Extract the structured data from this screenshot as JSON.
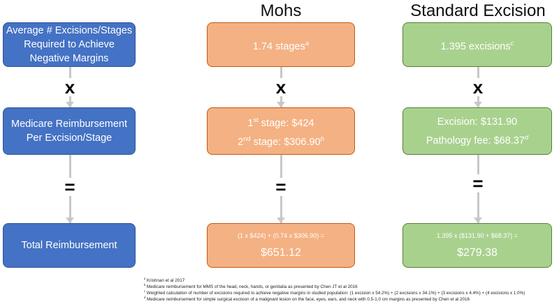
{
  "headers": {
    "mohs": "Mohs",
    "standard": "Standard Excision"
  },
  "row_labels": {
    "avg_line1": "Average # Excisions/Stages",
    "avg_line2": "Required to Achieve",
    "avg_line3": "Negative Margins",
    "reimb_line1": "Medicare Reimbursement",
    "reimb_line2": "Per Excision/Stage",
    "total": "Total Reimbursement"
  },
  "operators": {
    "multiply": "x",
    "equals": "="
  },
  "mohs": {
    "stages": "1.74 stages",
    "stages_note": "a",
    "stage1_prefix": "1",
    "stage1_sup": "st",
    "stage1_rest": " stage: $424",
    "stage2_prefix": "2",
    "stage2_sup": "nd",
    "stage2_rest": " stage: $306.90",
    "stage2_note": "b",
    "formula": "(1 x $424) + (0.74 x $306.90) =",
    "total": "$651.12"
  },
  "standard": {
    "excisions": "1.395 excisions",
    "excisions_note": "c",
    "excision_fee": "Excision: $131.90",
    "pathology_fee": "Pathology fee: $68.37",
    "pathology_note": "d",
    "formula": "1.395 x ($131.90 + $68.37) =",
    "total": "$279.38"
  },
  "footnotes": [
    {
      "mark": "a",
      "text": "Krishnan et al 2017"
    },
    {
      "mark": "b",
      "text": "Medicare reimbursement for MMS of the head, neck, hands, or genitalia as presented by Chen JT et al 2016"
    },
    {
      "mark": "c",
      "text": "Weighted calculation of number of excisions required to achieve negative margins in studied population: (1 excision x 54.2%) + (2 excisions x 34.1%) + (3 excisions x 4.4%) + (4 excisions x 1.0%)"
    },
    {
      "mark": "d",
      "text": "Medicare reimbursement for simple surgical excision of a malignant lesion on the face, eyes, ears, and neck with 0.5-1.0 cm margins  as presented by Chen et al 2016"
    }
  ],
  "colors": {
    "blue": "#4472c4",
    "orange": "#f4b183",
    "green": "#a9d18e",
    "connector": "#c8c8c8"
  }
}
